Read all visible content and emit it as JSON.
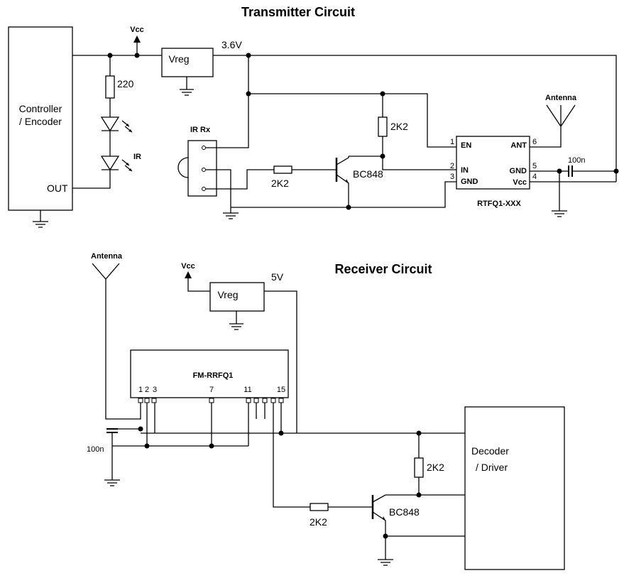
{
  "transmitter": {
    "title": "Transmitter Circuit",
    "controller_line1": "Controller",
    "controller_line2": "/ Encoder",
    "out_label": "OUT",
    "vcc": "Vcc",
    "vreg": "Vreg",
    "voltage": "3.6V",
    "resistor_led": "220",
    "ir_label": "IR",
    "ir_rx": "IR Rx",
    "resistor_base": "2K2",
    "resistor_collector": "2K2",
    "transistor": "BC848",
    "antenna": "Antenna",
    "capacitor": "100n",
    "module_name": "RTFQ1-XXX",
    "module_pins": [
      {
        "num": "1",
        "name": "EN"
      },
      {
        "num": "2",
        "name": "IN"
      },
      {
        "num": "3",
        "name": "GND"
      },
      {
        "num": "6",
        "name": "ANT"
      },
      {
        "num": "5",
        "name": "GND"
      },
      {
        "num": "4",
        "name": "Vcc"
      }
    ]
  },
  "receiver": {
    "title": "Receiver Circuit",
    "antenna": "Antenna",
    "vcc": "Vcc",
    "vreg": "Vreg",
    "voltage": "5V",
    "module_name": "FM-RRFQ1",
    "pin_labels": [
      "1",
      "2",
      "3",
      "7",
      "11",
      "15"
    ],
    "capacitor": "100n",
    "decoder_line1": "Decoder",
    "decoder_line2": "/ Driver",
    "resistor_base": "2K2",
    "resistor_collector": "2K2",
    "transistor": "BC848"
  }
}
